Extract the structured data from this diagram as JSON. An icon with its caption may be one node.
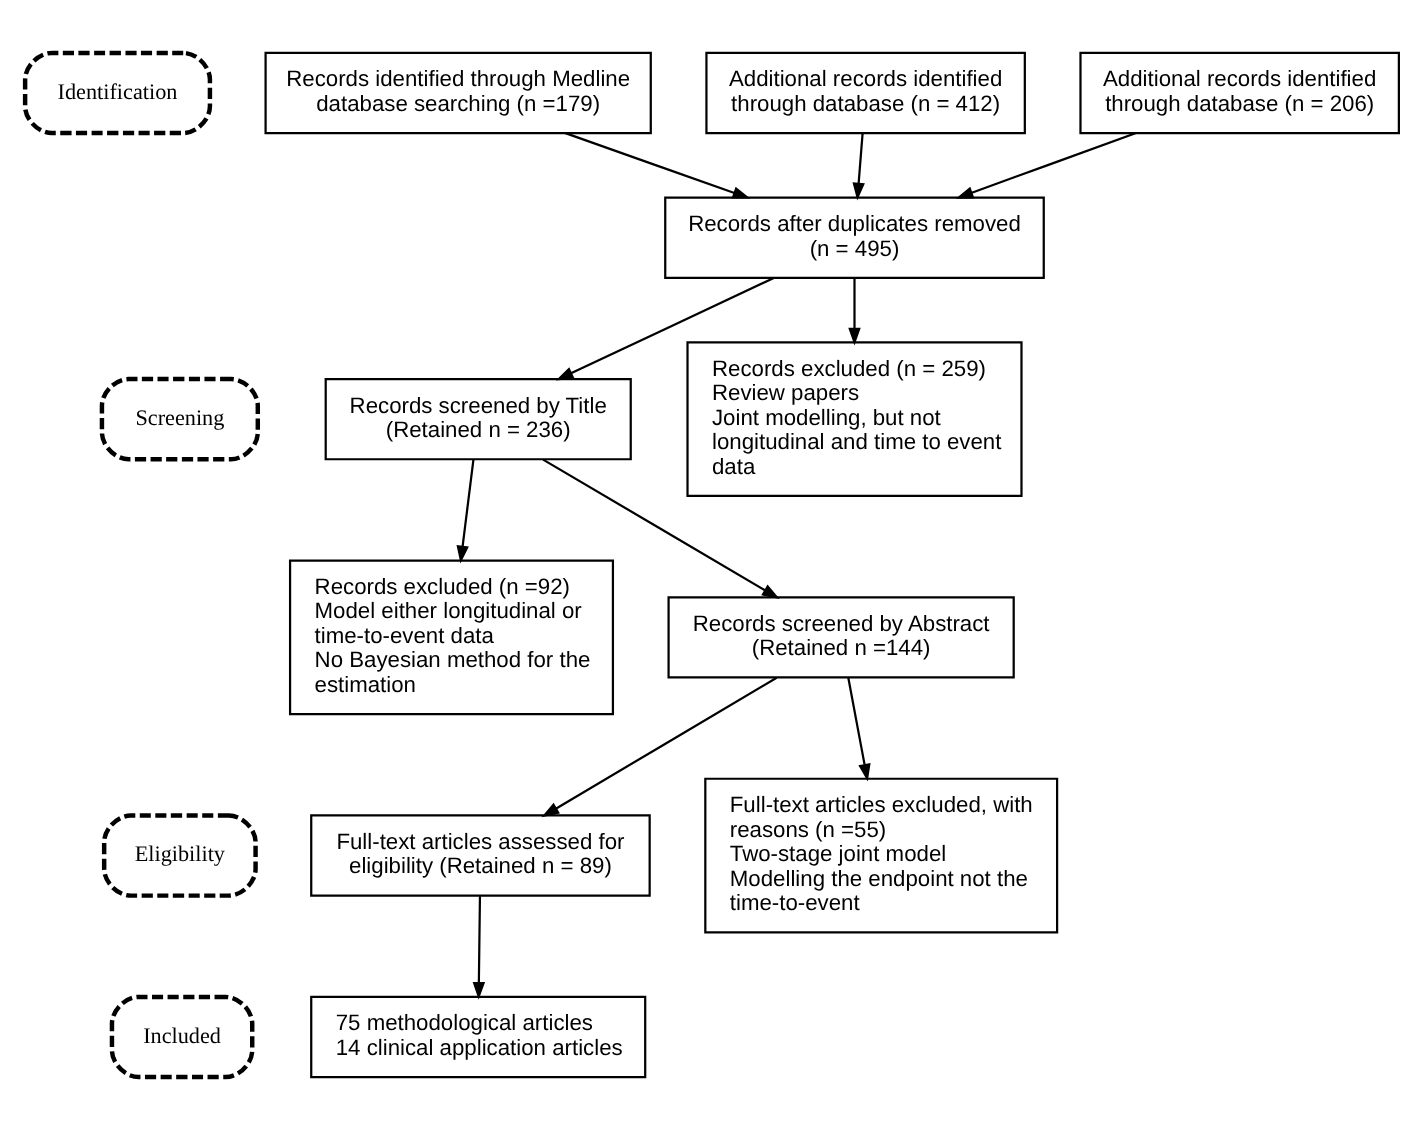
{
  "diagram": {
    "nodes": [
      {
        "text": [
          "Identification"
        ]
      },
      {
        "text": [
          "Records identified through Medline database searching (n =179)"
        ]
      },
      {
        "text": [
          "Additional records identified through database (n = 412)"
        ]
      },
      {
        "text": [
          "Additional records identified through database (n = 206)"
        ]
      },
      {
        "text": [
          "Records after duplicates removed (n = 495)"
        ]
      },
      {
        "text": [
          "Screening"
        ]
      },
      {
        "text": [
          "Records screened by Title (Retained n = 236)"
        ]
      },
      {
        "text": [
          "Records excluded (n = 259)",
          "Review papers",
          "Joint modelling, but not longitudinal and time to event data"
        ]
      },
      {
        "text": [
          "Records excluded (n =92)",
          "Model either longitudinal or time-to-event data",
          "No Bayesian method for the estimation"
        ]
      },
      {
        "text": [
          "Records screened by Abstract (Retained n =144)"
        ]
      },
      {
        "text": [
          "Eligibility"
        ]
      },
      {
        "text": [
          "Full-text articles excluded, with reasons (n =55)",
          "Two-stage joint model",
          "Modelling the endpoint not the time-to-event"
        ]
      },
      {
        "text": [
          "Full-text articles assessed for eligibility (Retained n = 89)"
        ]
      },
      {
        "text": [
          "Included"
        ]
      },
      {
        "text": [
          "75 methodological articles",
          "14 clinical application articles"
        ]
      }
    ],
    "edges": [
      {
        "from": 1,
        "to": 4,
        "arrow": "to"
      },
      {
        "from": 2,
        "to": 4,
        "arrow": "to"
      },
      {
        "from": 3,
        "to": 4,
        "arrow": "to"
      },
      {
        "from": 4,
        "to": 6,
        "arrow": "to"
      },
      {
        "from": 4,
        "to": 7,
        "arrow": "to"
      },
      {
        "from": 6,
        "to": 9,
        "arrow": "to"
      },
      {
        "from": 6,
        "to": 8,
        "arrow": "to"
      },
      {
        "from": 9,
        "to": 12,
        "arrow": "to"
      },
      {
        "from": 9,
        "to": 11,
        "arrow": "to"
      },
      {
        "from": 12,
        "to": 14,
        "arrow": "to"
      }
    ]
  }
}
